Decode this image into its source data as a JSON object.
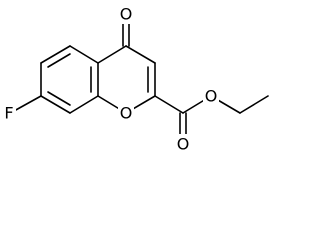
{
  "molecule": {
    "atoms": {
      "carbonyl_oxygen": "O",
      "ring_oxygen": "O",
      "ester_carbonyl_oxygen": "O",
      "ester_oxygen": "O",
      "fluorine": "F"
    }
  }
}
